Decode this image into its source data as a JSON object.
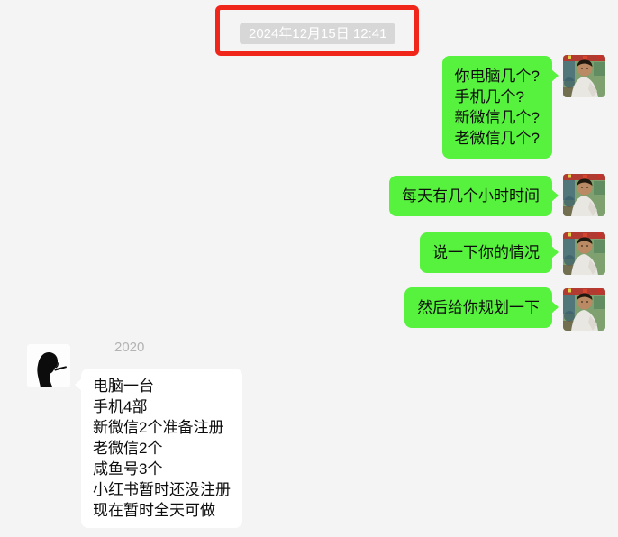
{
  "chat": {
    "timestamp": {
      "text": "2024年12月15日 12:41",
      "badge_color": "#d7d7d7",
      "text_color": "#ffffff"
    },
    "annotation": {
      "shape": "red-rectangle-highlight",
      "color": "#f1261b"
    },
    "colors": {
      "background": "#f4f4f4",
      "outgoing_bubble": "#57f23d",
      "incoming_bubble": "#ffffff",
      "message_text": "#0d0d0d"
    },
    "avatars": {
      "outgoing": "photo-man-white-shirt-restaurant",
      "incoming": "black-silhouette-profile-smoking"
    },
    "messages": [
      {
        "direction": "outgoing",
        "text": "你电脑几个?\n手机几个?\n新微信几个?\n老微信几个?"
      },
      {
        "direction": "outgoing",
        "text": "每天有几个小时时间"
      },
      {
        "direction": "outgoing",
        "text": "说一下你的情况"
      },
      {
        "direction": "outgoing",
        "text": "然后给你规划一下"
      },
      {
        "direction": "incoming",
        "sender": "2020",
        "text": "电脑一台\n手机4部\n新微信2个准备注册\n老微信2个\n咸鱼号3个\n小红书暂时还没注册\n现在暂时全天可做"
      }
    ]
  }
}
